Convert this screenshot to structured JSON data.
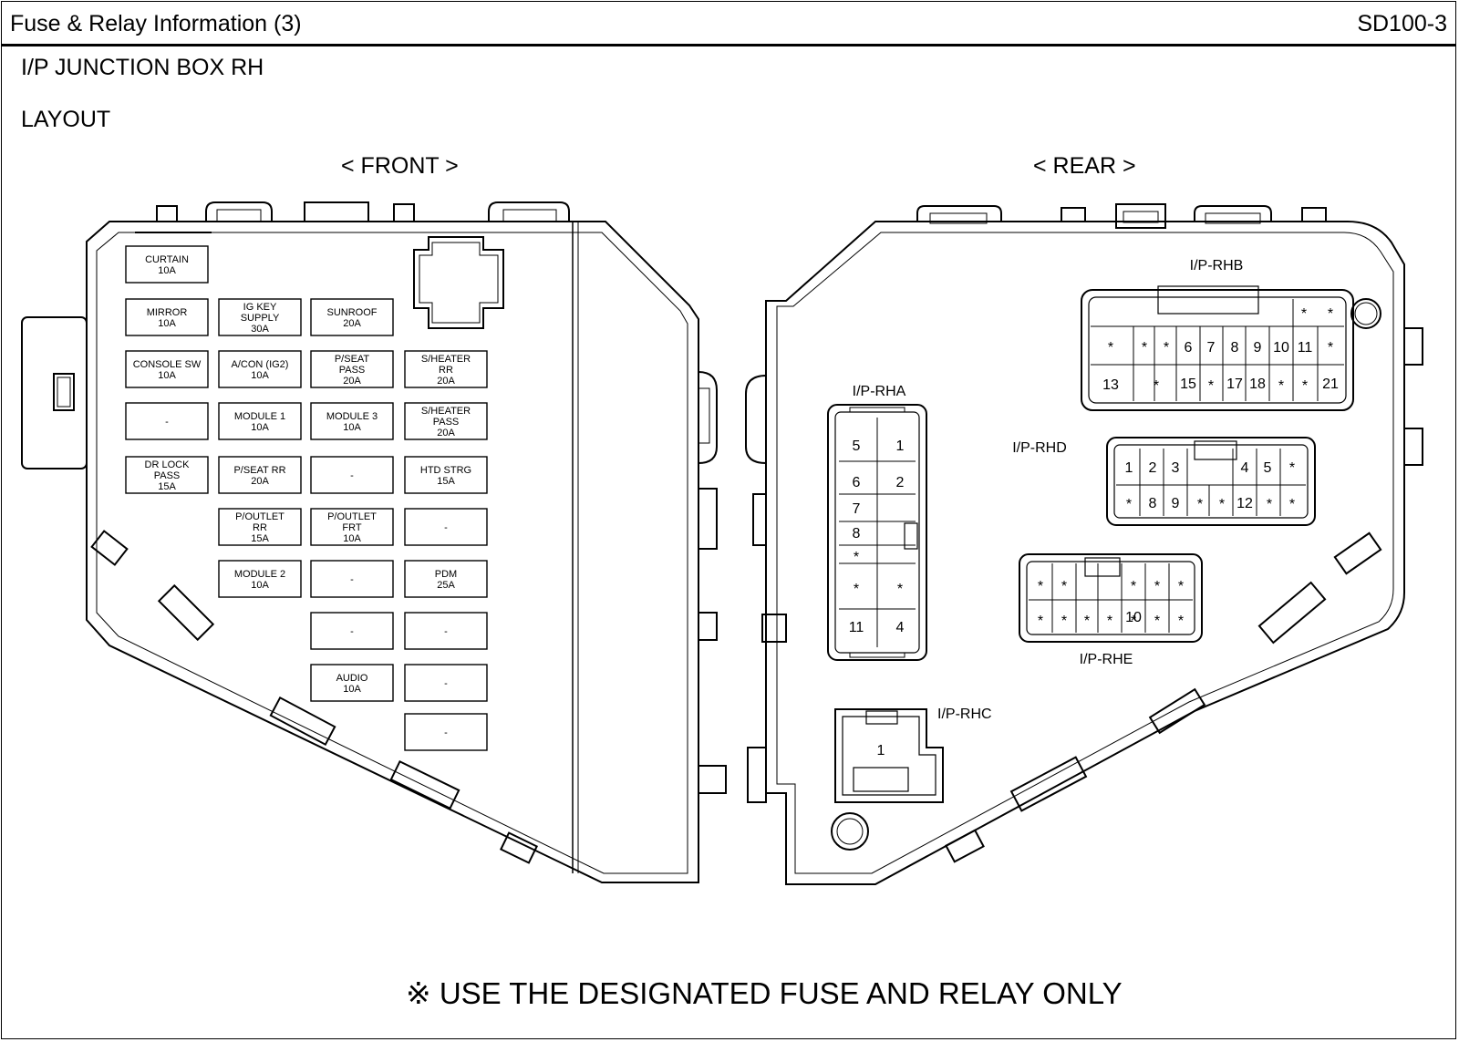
{
  "header": {
    "title": "Fuse & Relay Information (3)",
    "code": "SD100-3"
  },
  "section_title": "I/P JUNCTION BOX RH",
  "subsection_title": "LAYOUT",
  "views": {
    "front": "< FRONT >",
    "rear": "< REAR >"
  },
  "fuses": [
    {
      "lines": [
        "CURTAIN",
        "10A"
      ]
    },
    {
      "lines": [
        "MIRROR",
        "10A"
      ]
    },
    {
      "lines": [
        "IG KEY",
        "SUPPLY",
        "30A"
      ]
    },
    {
      "lines": [
        "SUNROOF",
        "20A"
      ]
    },
    {
      "lines": [
        "CONSOLE SW",
        "10A"
      ]
    },
    {
      "lines": [
        "A/CON (IG2)",
        "10A"
      ]
    },
    {
      "lines": [
        "P/SEAT",
        "PASS",
        "20A"
      ]
    },
    {
      "lines": [
        "S/HEATER",
        "RR",
        "20A"
      ]
    },
    {
      "lines": [
        "-"
      ]
    },
    {
      "lines": [
        "MODULE 1",
        "10A"
      ]
    },
    {
      "lines": [
        "MODULE 3",
        "10A"
      ]
    },
    {
      "lines": [
        "S/HEATER",
        "PASS",
        "20A"
      ]
    },
    {
      "lines": [
        "DR LOCK",
        "PASS",
        "15A"
      ]
    },
    {
      "lines": [
        "P/SEAT RR",
        "20A"
      ]
    },
    {
      "lines": [
        "-"
      ]
    },
    {
      "lines": [
        "HTD STRG",
        "15A"
      ]
    },
    {
      "lines": [
        "P/OUTLET",
        "RR",
        "15A"
      ]
    },
    {
      "lines": [
        "P/OUTLET",
        "FRT",
        "10A"
      ]
    },
    {
      "lines": [
        "-"
      ]
    },
    {
      "lines": [
        "MODULE 2",
        "10A"
      ]
    },
    {
      "lines": [
        "-"
      ]
    },
    {
      "lines": [
        "PDM",
        "25A"
      ]
    },
    {
      "lines": [
        "-"
      ]
    },
    {
      "lines": [
        "-"
      ]
    },
    {
      "lines": [
        "AUDIO",
        "10A"
      ]
    },
    {
      "lines": [
        "-"
      ]
    },
    {
      "lines": [
        "-"
      ]
    }
  ],
  "connectors": [
    {
      "name": "I/P-RHA",
      "pins": [
        "5",
        "1",
        "6",
        "2",
        "7",
        "8",
        "*",
        "*",
        "*",
        "11",
        "4"
      ]
    },
    {
      "name": "I/P-RHB",
      "pins": [
        "*",
        "*",
        "*",
        "*",
        "*",
        "6",
        "7",
        "8",
        "9",
        "10",
        "11",
        "*",
        "13",
        "*",
        "15",
        "*",
        "17",
        "18",
        "*",
        "*",
        "21"
      ]
    },
    {
      "name": "I/P-RHC",
      "pins": [
        "1"
      ]
    },
    {
      "name": "I/P-RHD",
      "pins": [
        "1",
        "2",
        "3",
        "4",
        "5",
        "*",
        "*",
        "8",
        "9",
        "*",
        "*",
        "12",
        "*",
        "*"
      ]
    },
    {
      "name": "I/P-RHE",
      "pins": [
        "*",
        "*",
        "*",
        "*",
        "*",
        "*",
        "*",
        "*",
        "*",
        "*",
        "10",
        "*",
        "*"
      ]
    }
  ],
  "footer_note": "※ USE THE DESIGNATED FUSE AND RELAY ONLY"
}
